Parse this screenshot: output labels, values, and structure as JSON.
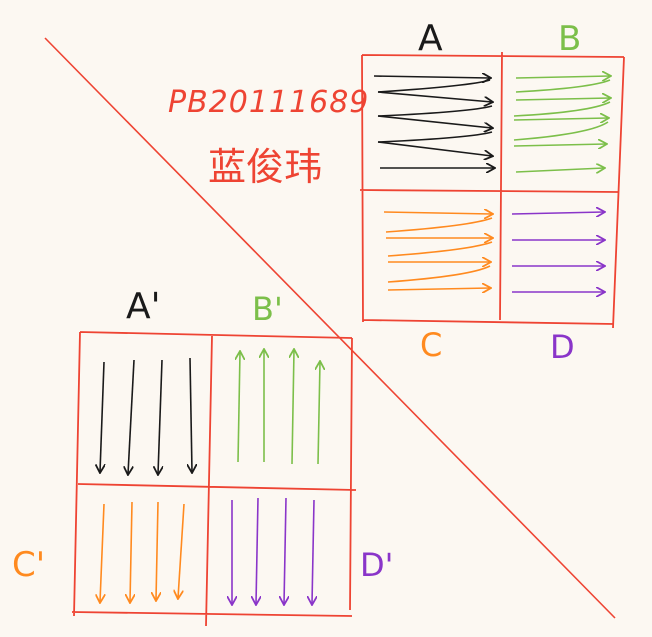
{
  "author": {
    "student_id": "PB20111689",
    "name": "蓝俊玮"
  },
  "top_grid": {
    "labels": {
      "a": "A",
      "b": "B",
      "c": "C",
      "d": "D"
    },
    "quadrants": [
      {
        "id": "A",
        "direction": "right",
        "color": "#1a1a1a"
      },
      {
        "id": "B",
        "direction": "right",
        "color": "#7cbf4a"
      },
      {
        "id": "C",
        "direction": "right",
        "color": "#ff8a1f"
      },
      {
        "id": "D",
        "direction": "right",
        "color": "#8a35c9"
      }
    ]
  },
  "bottom_grid": {
    "labels": {
      "a": "A'",
      "b": "B'",
      "c": "C'",
      "d": "D'"
    },
    "quadrants": [
      {
        "id": "A'",
        "direction": "down",
        "color": "#1a1a1a"
      },
      {
        "id": "B'",
        "direction": "up",
        "color": "#7cbf4a"
      },
      {
        "id": "C'",
        "direction": "down",
        "color": "#ff8a1f"
      },
      {
        "id": "D'",
        "direction": "down",
        "color": "#8a35c9"
      }
    ]
  },
  "colors": {
    "grid_line": "#ee4433",
    "background": "#fcf8f2"
  }
}
